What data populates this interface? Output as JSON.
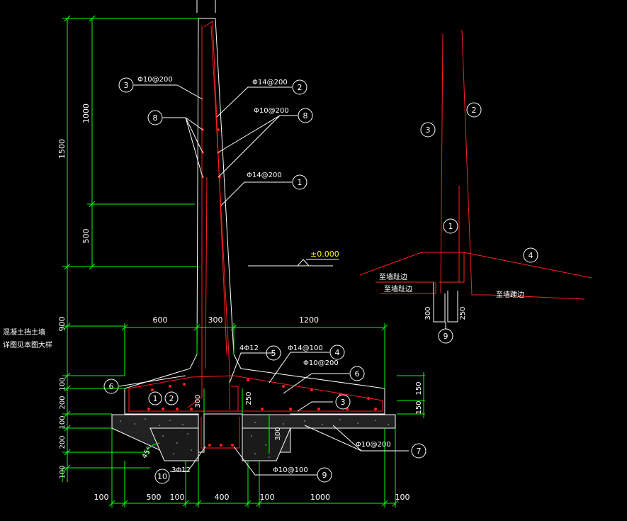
{
  "colors": {
    "background": "#000000",
    "concrete": "#ffffff",
    "rebar": "#ff2020",
    "dimension": "#00ff00",
    "text": "#ffffff",
    "level": "#ffff00"
  },
  "dims": {
    "h1500": "1500",
    "h1000": "1000",
    "h500": "500",
    "h900": "900",
    "h100a": "100",
    "h200a": "200",
    "h100b": "100",
    "h200b": "200",
    "h100c": "100",
    "top600": "600",
    "top300": "300",
    "top1200": "1200",
    "bot100a": "100",
    "bot500": "500",
    "bot100b": "100",
    "bot400": "400",
    "bot100c": "100",
    "bot1000": "1000",
    "bot100d": "100",
    "v150a": "150",
    "v150b": "150",
    "v300": "300",
    "v250": "250",
    "v300b": "300",
    "key300": "300",
    "key250": "250",
    "angle": "45°"
  },
  "level": "±0.000",
  "notes": {
    "line1": "混凝土挡土墙",
    "line2": "详图见本图大样"
  },
  "rebar_labels": {
    "r3top": "Φ10@200",
    "r2top": "Φ14@200",
    "r8": "Φ10@200",
    "r1": "Φ14@200",
    "r5": "4Φ12",
    "r4": "Φ14@100",
    "r6": "Φ10@200",
    "r7": "Φ10@200",
    "r10": "3Φ12",
    "r9": "Φ10@100"
  },
  "markers": {
    "m3a": "3",
    "m2a": "2",
    "m8a": "8",
    "m8b": "8",
    "m1a": "1",
    "m5": "5",
    "m4": "4",
    "m6a": "6",
    "m6b": "6",
    "m1b": "1",
    "m2b": "2",
    "m3b": "3",
    "m7": "7",
    "m10": "10",
    "m9": "9",
    "d3": "3",
    "d2": "2",
    "d1": "1",
    "d4": "4",
    "d9": "9"
  },
  "detail": {
    "ext1": "至墙趾边",
    "ext2": "至墙趾边",
    "ext3": "至墙踵边"
  }
}
